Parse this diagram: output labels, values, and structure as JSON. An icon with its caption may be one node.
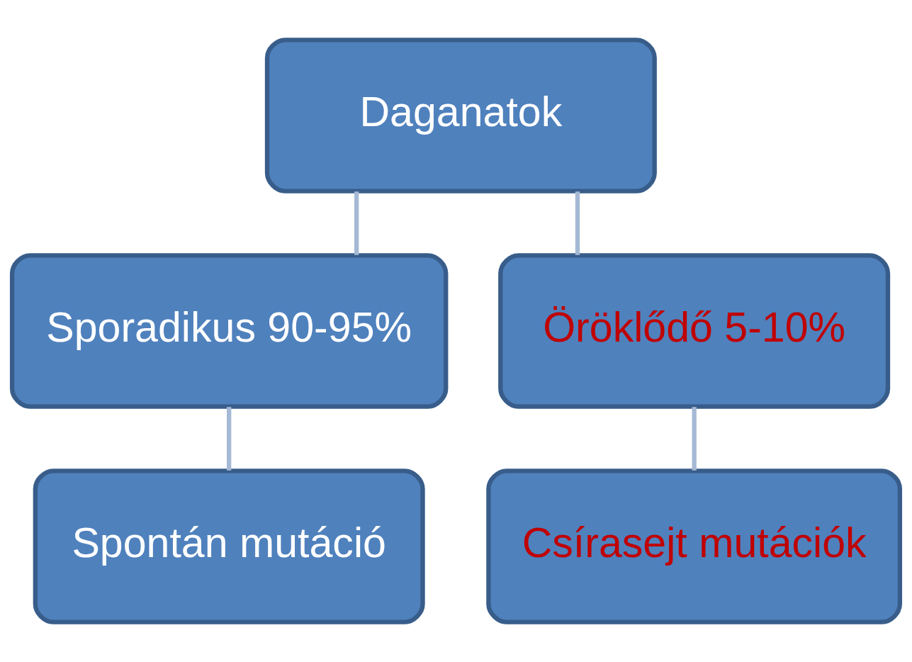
{
  "diagram": {
    "nodes": [
      {
        "text": [
          "Daganatok"
        ]
      },
      {
        "text": [
          "Sporadikus 90-95%"
        ]
      },
      {
        "text": [
          "Öröklődő 5-10%"
        ]
      },
      {
        "text": [
          "Spontán mutáció"
        ]
      },
      {
        "text": [
          "Csírasejt mutációk"
        ]
      }
    ],
    "edges": [
      {
        "from": 0,
        "to": 1,
        "arrow": "none"
      },
      {
        "from": 0,
        "to": 2,
        "arrow": "none"
      },
      {
        "from": 1,
        "to": 3,
        "arrow": "none"
      },
      {
        "from": 2,
        "to": 4,
        "arrow": "none"
      }
    ]
  }
}
